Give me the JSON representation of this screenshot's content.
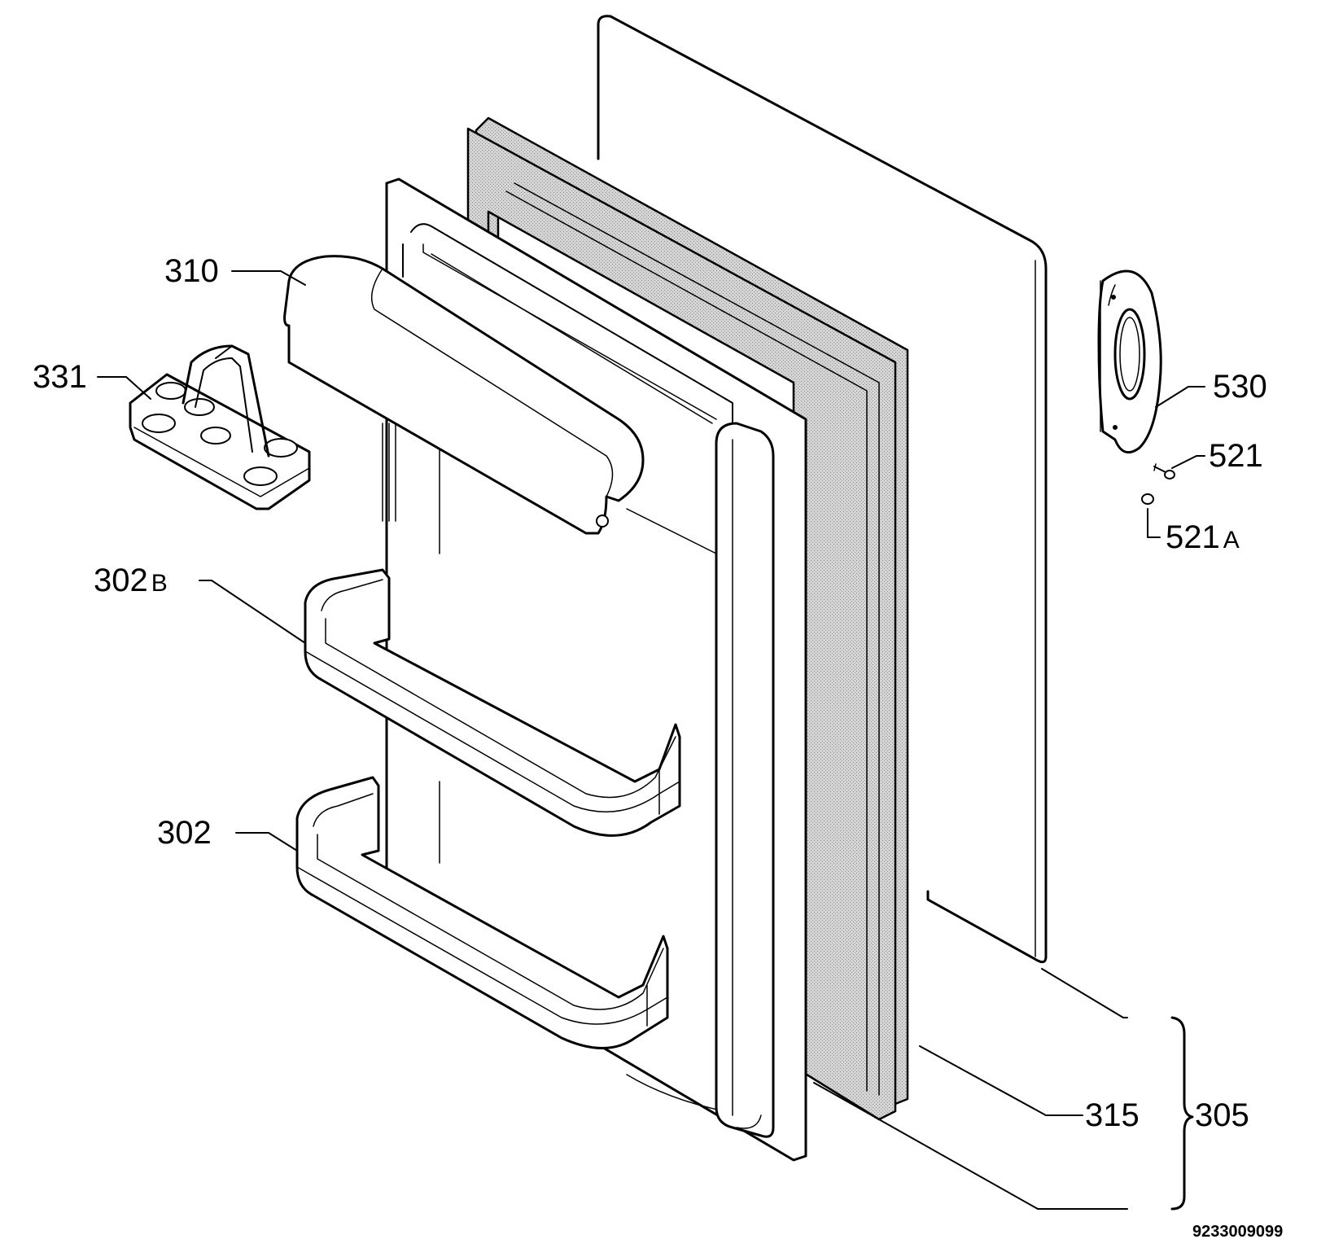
{
  "callouts": {
    "p310": "310",
    "p331": "331",
    "p302b": "302",
    "p302b_suffix": "B",
    "p302": "302",
    "p530": "530",
    "p521": "521",
    "p521a": "521",
    "p521a_suffix": "A",
    "p315": "315",
    "p305": "305"
  },
  "document_number": "9233009099",
  "colors": {
    "line": "#000000",
    "gasket_fill": "#c9c9c9",
    "paper": "#ffffff"
  }
}
